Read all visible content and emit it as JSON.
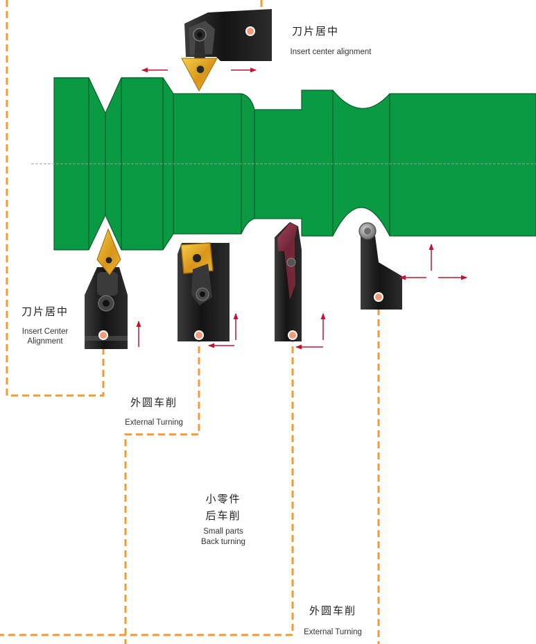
{
  "diagram": {
    "top_tool_label": {
      "zh": "刀片居中",
      "en": "Insert center alignment"
    },
    "left_tool_label": {
      "zh": "刀片居中",
      "en_line1": "Insert Center",
      "en_line2": "Alignment"
    },
    "external_turning_label_1": {
      "zh": "外圆车削",
      "en": "External Turning"
    },
    "back_turning_label": {
      "zh_line1": "小零件",
      "zh_line2": "后车削",
      "en_line1": "Small parts",
      "en_line2": "Back turning"
    },
    "external_turning_label_2": {
      "zh": "外圆车削",
      "en": "External Turning"
    }
  },
  "colors": {
    "workpiece": "#0b9a44",
    "workpiece_edge": "#05602a",
    "leader_line": "#f39a2e",
    "feed_arrow": "#c8102e",
    "centerline": "#9a9a9a",
    "insert": "#e3a51c",
    "tool_holder": "#1c1c1c",
    "marker_dot": "#f29a76",
    "text": "#222222"
  }
}
